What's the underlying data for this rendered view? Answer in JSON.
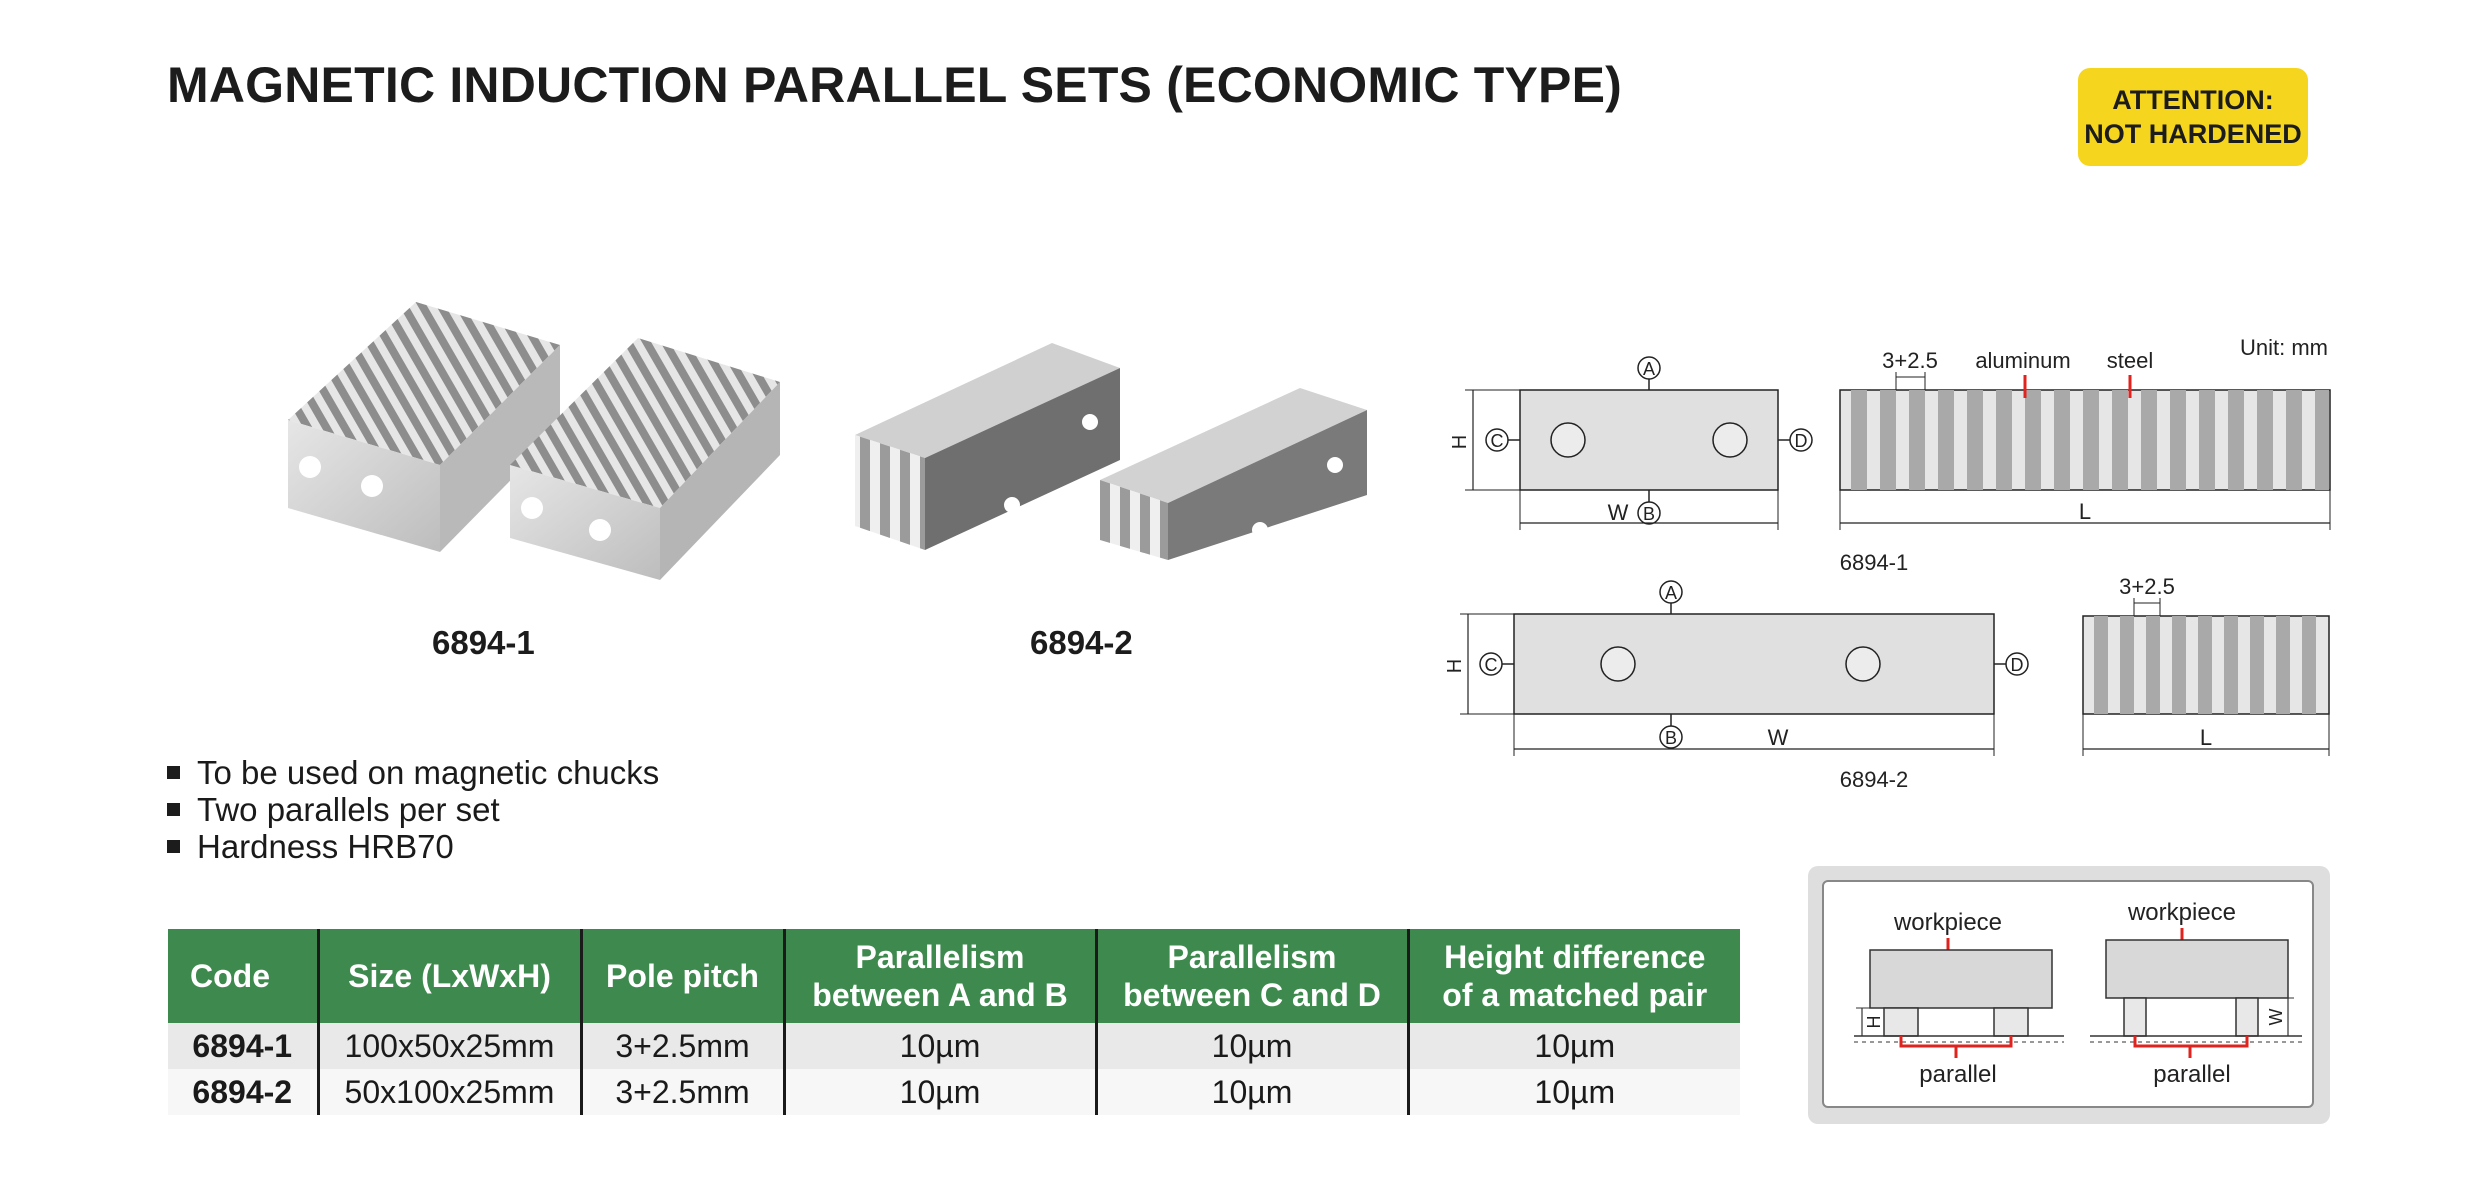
{
  "title": "MAGNETIC INDUCTION PARALLEL SETS (ECONOMIC TYPE)",
  "badge": {
    "line1": "ATTENTION:",
    "line2": "NOT HARDENED",
    "color": "#f5d51e"
  },
  "products": [
    {
      "label": "6894-1"
    },
    {
      "label": "6894-2"
    }
  ],
  "diagrams": {
    "unit": "Unit: mm",
    "pitch_label": "3+2.5",
    "material_labels": [
      "aluminum",
      "steel"
    ],
    "face_labels": [
      "A",
      "B",
      "C",
      "D"
    ],
    "dim_labels": {
      "height": "H",
      "width": "W",
      "length": "L"
    },
    "captions": [
      "6894-1",
      "6894-2"
    ]
  },
  "features": [
    "To be used on magnetic chucks",
    "Two parallels per set",
    "Hardness HRB70"
  ],
  "table": {
    "headers": [
      [
        "Code"
      ],
      [
        "Size (LxWxH)"
      ],
      [
        "Pole pitch"
      ],
      [
        "Parallelism",
        "between A and B"
      ],
      [
        "Parallelism",
        "between C and D"
      ],
      [
        "Height difference",
        "of a matched pair"
      ]
    ],
    "rows": [
      [
        "6894-1",
        "100x50x25mm",
        "3+2.5mm",
        "10µm",
        "10µm",
        "10µm"
      ],
      [
        "6894-2",
        "50x100x25mm",
        "3+2.5mm",
        "10µm",
        "10µm",
        "10µm"
      ]
    ],
    "header_color": "#3e8a4e"
  },
  "usage": {
    "workpiece": "workpiece",
    "parallel": "parallel",
    "height": "H",
    "width": "W"
  }
}
